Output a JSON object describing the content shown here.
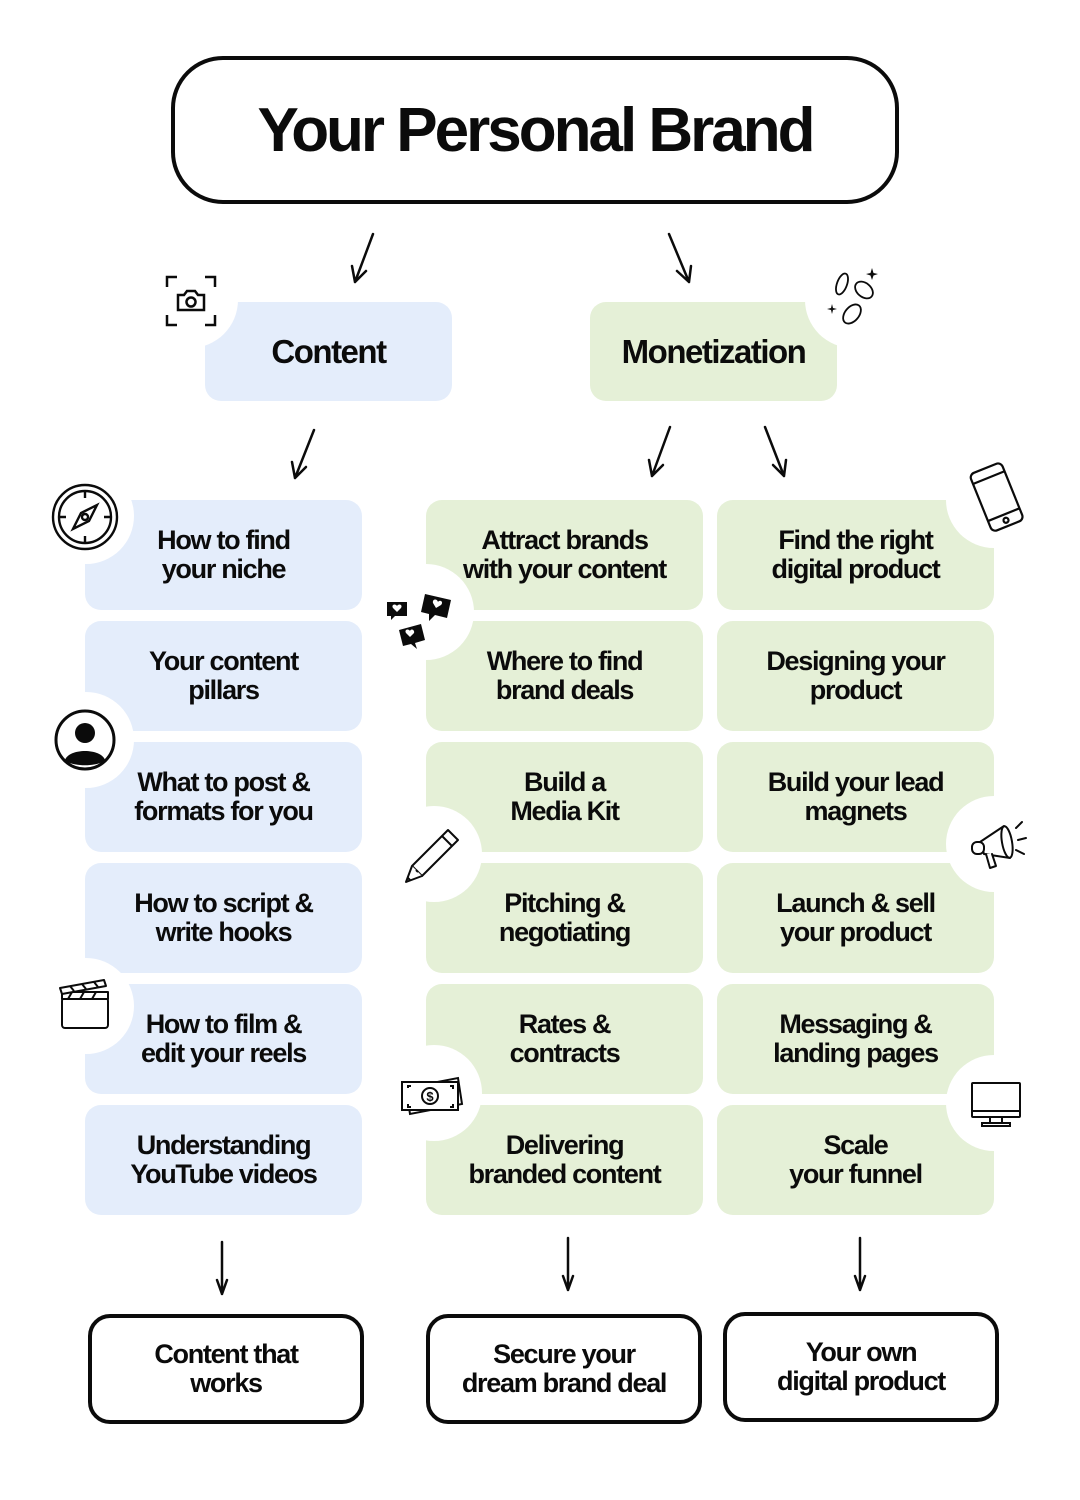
{
  "title": "Your Personal Brand",
  "categories": {
    "content": {
      "label": "Content",
      "icon": "camera-icon",
      "color": "#e4edfb"
    },
    "monetization": {
      "label": "Monetization",
      "icon": "coins-icon",
      "color": "#e5f0d7"
    }
  },
  "columns": {
    "content": {
      "items": [
        "How to find\nyour niche",
        "Your content\npillars",
        "What to post &\nformats for you",
        "How to script &\nwrite hooks",
        "How to film &\nedit your reels",
        "Understanding\nYouTube videos"
      ],
      "outcome": "Content that\nworks"
    },
    "brand_deals": {
      "items": [
        "Attract brands\nwith your content",
        "Where to find\nbrand deals",
        "Build a\nMedia Kit",
        "Pitching &\nnegotiating",
        "Rates &\ncontracts",
        "Delivering\nbranded content"
      ],
      "outcome": "Secure your\ndream brand deal"
    },
    "digital_product": {
      "items": [
        "Find the right\ndigital product",
        "Designing your\nproduct",
        "Build your lead\nmagnets",
        "Launch & sell\nyour product",
        "Messaging &\nlanding pages",
        "Scale\nyour funnel"
      ],
      "outcome": "Your own\ndigital product"
    }
  },
  "icons": [
    "compass-icon",
    "user-avatar-icon",
    "clapperboard-icon",
    "heart-likes-icon",
    "pencil-icon",
    "cash-icon",
    "smartphone-icon",
    "megaphone-icon",
    "monitor-icon"
  ]
}
